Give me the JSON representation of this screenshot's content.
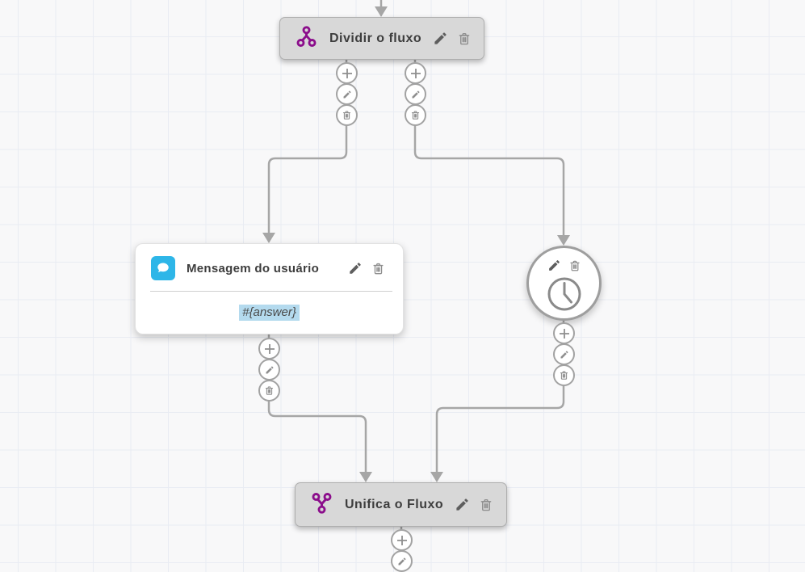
{
  "canvas": {
    "background": "#f8f8f9",
    "grid_color": "#e9ecf3",
    "connector_color": "#a6a6a6"
  },
  "colors": {
    "brand_purple": "#8b0d8b",
    "message_blue": "#2eb6e8",
    "variable_highlight": "#b4daee",
    "node_gray": "#d8d8d8"
  },
  "nodes": {
    "split": {
      "label": "Dividir o fluxo",
      "icon": "split-flow-icon"
    },
    "user_message": {
      "title": "Mensagem do usuário",
      "body": "#{answer}",
      "icon": "chat-bubble-icon"
    },
    "timer": {
      "icon": "clock-icon"
    },
    "merge": {
      "label": "Unifica o Fluxo",
      "icon": "merge-flow-icon"
    }
  },
  "node_actions": {
    "edit": "edit",
    "delete": "delete",
    "add": "add"
  }
}
